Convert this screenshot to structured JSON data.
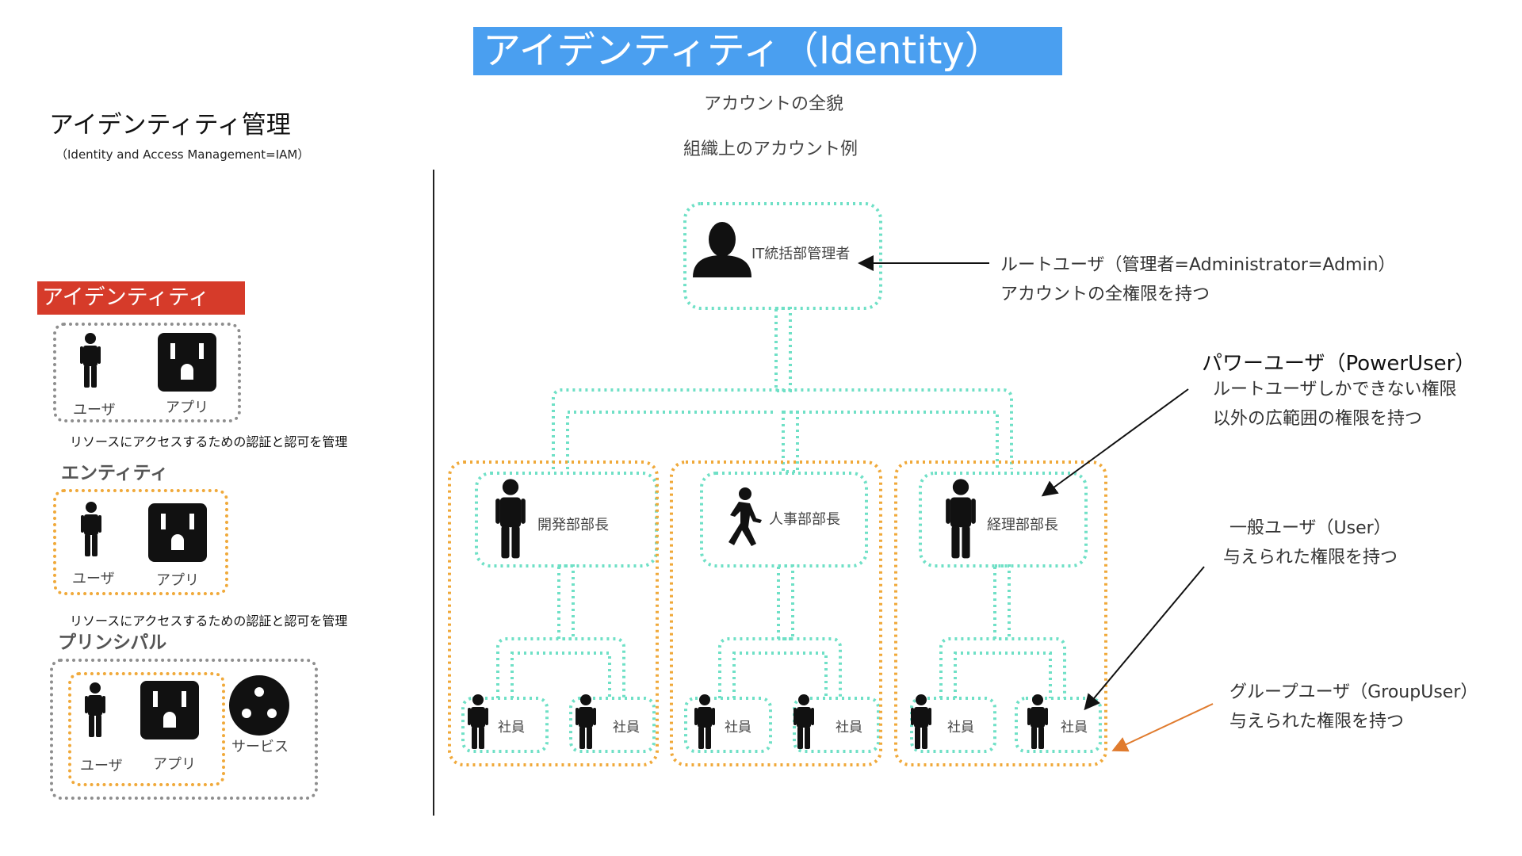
{
  "header": {
    "title": "アイデンティティ（Identity）",
    "subtitle1": "アカウントの全貌",
    "subtitle2": "組織上のアカウント例"
  },
  "left": {
    "iam_title": "アイデンティティ管理",
    "iam_sub": "（Identity and Access Management=IAM）",
    "identity_label": "アイデンティティ",
    "user_label": "ユーザ",
    "app_label": "アプリ",
    "service_label": "サービス",
    "note": "リソースにアクセスするための認証と認可を管理",
    "entity_head": "エンティティ",
    "principal_head": "プリンシパル"
  },
  "org": {
    "root": "IT統括部管理者",
    "dev_head": "開発部部長",
    "hr_head": "人事部部長",
    "acct_head": "経理部部長",
    "employee": "社員"
  },
  "annotations": {
    "root_user_line1": "ルートユーザ（管理者=Administrator=Admin）",
    "root_user_line2": "アカウントの全権限を持つ",
    "power_user_head": "パワーユーザ（PowerUser）",
    "power_user_line1": "ルートユーザしかできない権限",
    "power_user_line2": "以外の広範囲の権限を持つ",
    "user_line1": "一般ユーザ（User）",
    "user_line2": "与えられた権限を持つ",
    "group_user_line1": "グループユーザ（GroupUser）",
    "group_user_line2": "与えられた権限を持つ"
  },
  "colors": {
    "banner": "#4a9ff0",
    "red_label": "#d63b2a",
    "teal_dotted": "#6fe0c6",
    "orange_dotted": "#f0a93a",
    "gray_dotted": "#8e8e8e",
    "orange_arrow": "#e07b2e"
  }
}
